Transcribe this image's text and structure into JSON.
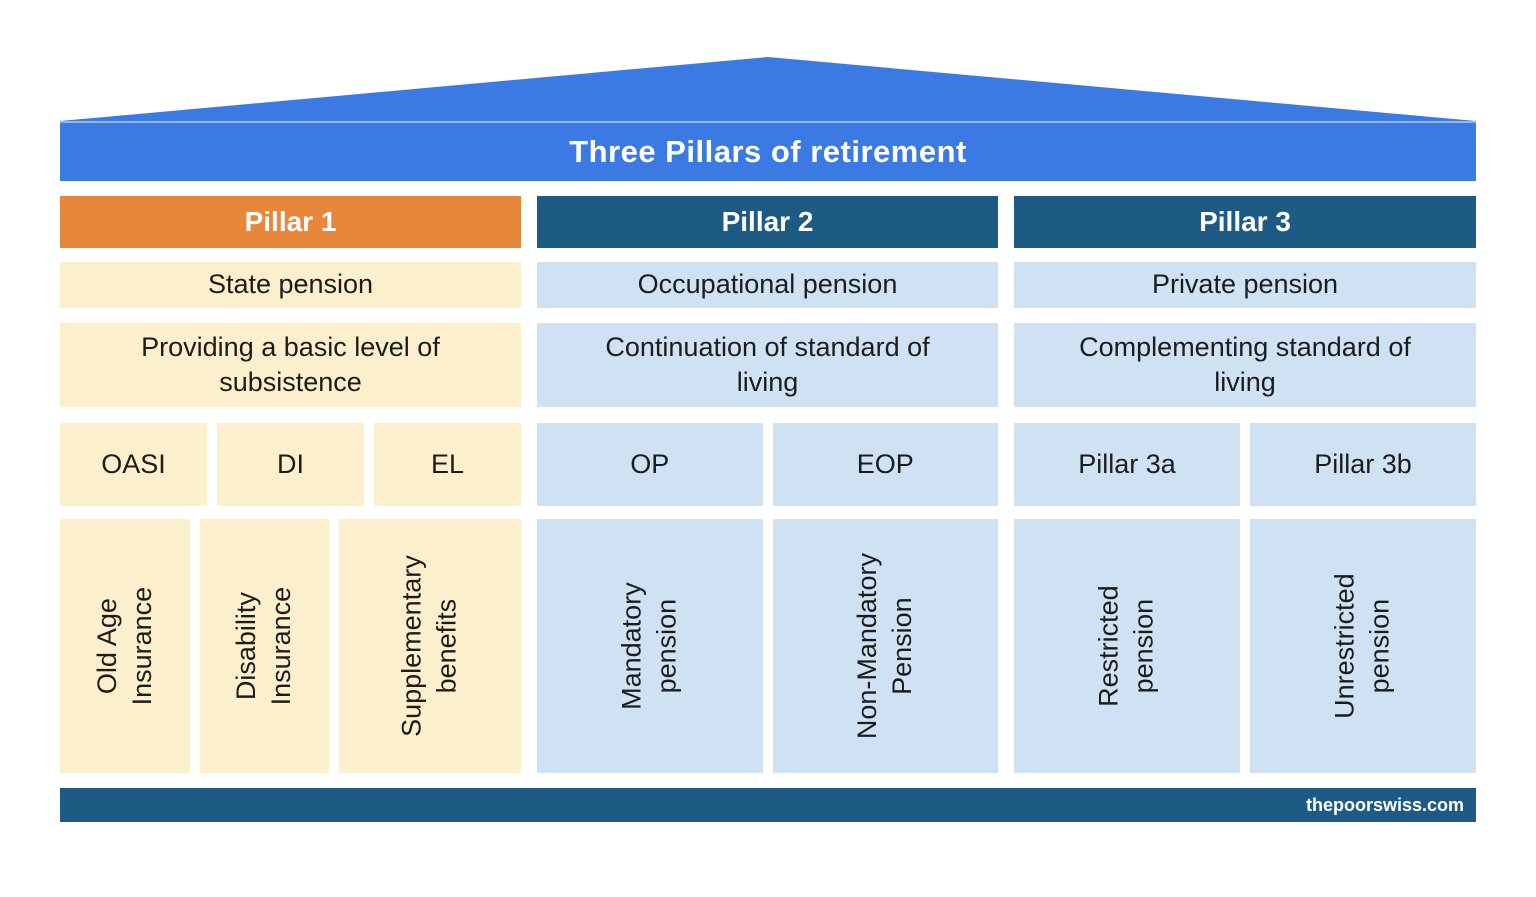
{
  "title": "Three Pillars of retirement",
  "footer": {
    "site": "thepoorswiss.com"
  },
  "colors": {
    "roof_blue": "#3B7AE3",
    "pillar1_header_orange": "#E6873C",
    "pillar23_header_blue": "#1D5B85",
    "pillar1_cell_cream": "#FCF0CC",
    "pillar23_cell_lightblue": "#CFE2F3",
    "footer_bar": "#1D5B85",
    "text_dark": "#1C1C1C",
    "text_light": "#FFFFFF"
  },
  "pillars": [
    {
      "name": "Pillar 1",
      "type": "State pension",
      "purpose": "Providing a basic level of\nsubsistence",
      "components": [
        {
          "abbr": "OASI",
          "label": "Old Age\nInsurance"
        },
        {
          "abbr": "DI",
          "label": "Disability\nInsurance"
        },
        {
          "abbr": "EL",
          "label": "Supplementary\nbenefits"
        }
      ]
    },
    {
      "name": "Pillar 2",
      "type": "Occupational pension",
      "purpose": "Continuation of standard of\nliving",
      "components": [
        {
          "abbr": "OP",
          "label": "Mandatory\npension"
        },
        {
          "abbr": "EOP",
          "label": "Non-Mandatory\nPension"
        }
      ]
    },
    {
      "name": "Pillar 3",
      "type": "Private pension",
      "purpose": "Complementing standard of\nliving",
      "components": [
        {
          "abbr": "Pillar 3a",
          "label": "Restricted\npension"
        },
        {
          "abbr": "Pillar 3b",
          "label": "Unrestricted\npension"
        }
      ]
    }
  ]
}
